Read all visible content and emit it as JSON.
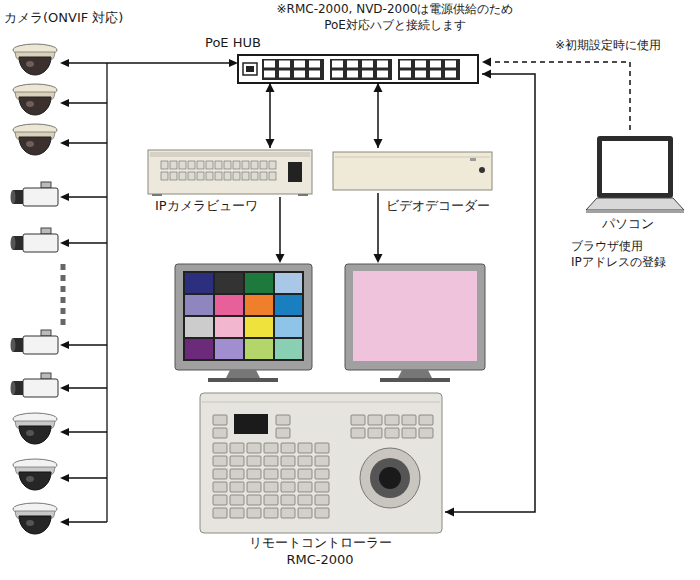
{
  "diagram": {
    "nodes": [
      {
        "text": [
          "PoE HUB"
        ]
      },
      {
        "text": [
          "IPカメラビューワ"
        ]
      },
      {
        "text": [
          "ビデオデコーダー"
        ]
      },
      {
        "text": [
          "パソコン",
          "ブラウザ使用 IPアドレスの登録"
        ]
      },
      {
        "text": [
          "リモートコントローラー RMC-2000"
        ]
      }
    ],
    "edges": [
      {
        "from": 0,
        "to": 1,
        "arrow": "both"
      },
      {
        "from": 0,
        "to": 2,
        "arrow": "both"
      },
      {
        "from": 0,
        "to": 4,
        "arrow": "both"
      },
      {
        "from": 3,
        "to": 0,
        "arrow": "to",
        "label": "※初期設定時に使用"
      }
    ],
    "labels": [
      "※RMC-2000, NVD-2000は電源供給のため PoE対応ハブと接続します",
      "カメラ(ONVIF 対応)"
    ]
  }
}
